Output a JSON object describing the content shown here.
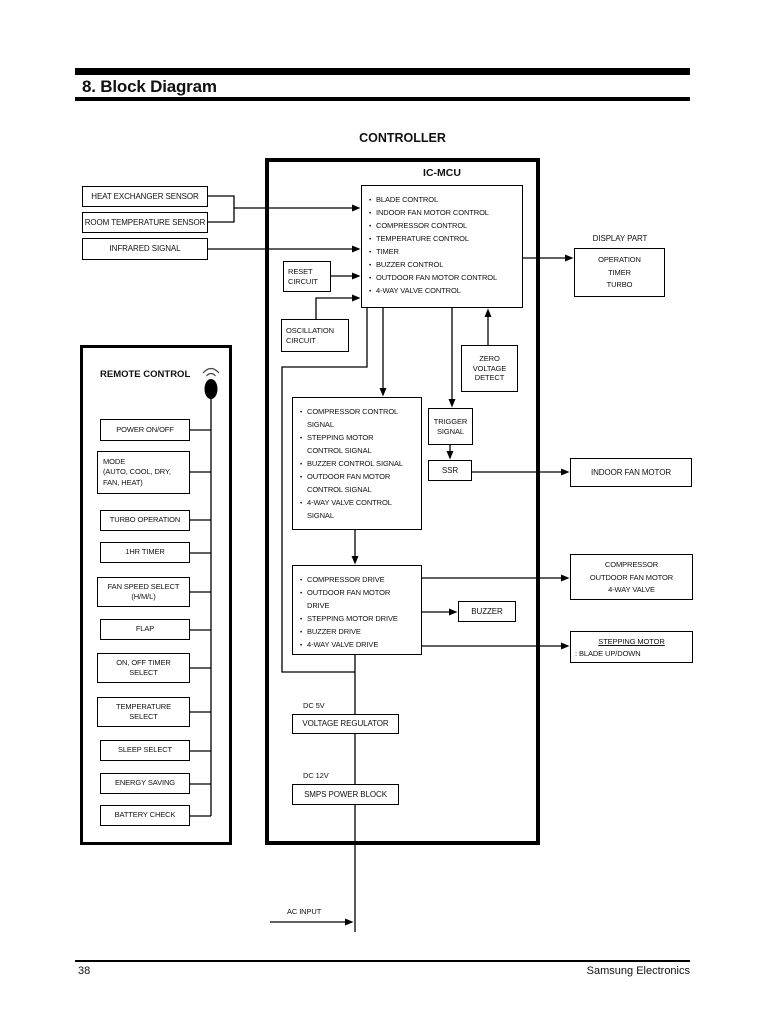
{
  "header": {
    "title": "8. Block Diagram"
  },
  "footer": {
    "page_number": "38",
    "brand": "Samsung Electronics"
  },
  "diagram": {
    "controller_label": "CONTROLLER",
    "inputs": {
      "heat_exchanger_sensor": "HEAT EXCHANGER SENSOR",
      "room_temperature_sensor": "ROOM TEMPERATURE SENSOR",
      "infrared_signal": "INFRARED SIGNAL"
    },
    "ic_mcu": {
      "title": "IC-MCU",
      "functions": [
        "BLADE CONTROL",
        "INDOOR FAN MOTOR CONTROL",
        "COMPRESSOR CONTROL",
        "TEMPERATURE CONTROL",
        "TIMER",
        "BUZZER CONTROL",
        "OUTDOOR FAN MOTOR CONTROL",
        "4-WAY VALVE CONTROL"
      ]
    },
    "reset_circuit": "RESET CIRCUIT",
    "oscillation_circuit": "OSCILLATION CIRCUIT",
    "zero_voltage_detect": "ZERO VOLTAGE DETECT",
    "trigger_signal": "TRIGGER SIGNAL",
    "ssr": "SSR",
    "control_signals": [
      "COMPRESSOR CONTROL SIGNAL",
      "STEPPING MOTOR CONTROL SIGNAL",
      "BUZZER CONTROL SIGNAL",
      "OUTDOOR FAN MOTOR CONTROL SIGNAL",
      "4-WAY VALVE CONTROL SIGNAL"
    ],
    "drive_signals": [
      "COMPRESSOR DRIVE",
      "OUTDOOR FAN MOTOR DRIVE",
      "STEPPING MOTOR DRIVE",
      "BUZZER DRIVE",
      "4-WAY VALVE DRIVE"
    ],
    "buzzer": "BUZZER",
    "display_part": {
      "label": "DISPLAY PART",
      "indicators": [
        "OPERATION",
        "TIMER",
        "TURBO"
      ]
    },
    "indoor_fan_motor": "INDOOR FAN MOTOR",
    "output_devices": [
      "COMPRESSOR",
      "OUTDOOR FAN MOTOR",
      "4-WAY VALVE"
    ],
    "stepping_motor": {
      "title": "STEPPING MOTOR",
      "note": ": BLADE UP/DOWN"
    },
    "power": {
      "dc_5v": "DC 5V",
      "voltage_regulator": "VOLTAGE REGULATOR",
      "dc_12v": "DC 12V",
      "smps_power_block": "SMPS POWER BLOCK",
      "ac_input": "AC INPUT"
    },
    "remote_control": {
      "title": "REMOTE CONTROL",
      "buttons": [
        "POWER ON/OFF",
        "MODE\n(AUTO, COOL, DRY,\nFAN, HEAT)",
        "TURBO OPERATION",
        "1HR TIMER",
        "FAN SPEED SELECT\n(H/M/L)",
        "FLAP",
        "ON, OFF TIMER\nSELECT",
        "TEMPERATURE\nSELECT",
        "SLEEP SELECT",
        "ENERGY SAVING",
        "BATTERY CHECK"
      ]
    }
  }
}
